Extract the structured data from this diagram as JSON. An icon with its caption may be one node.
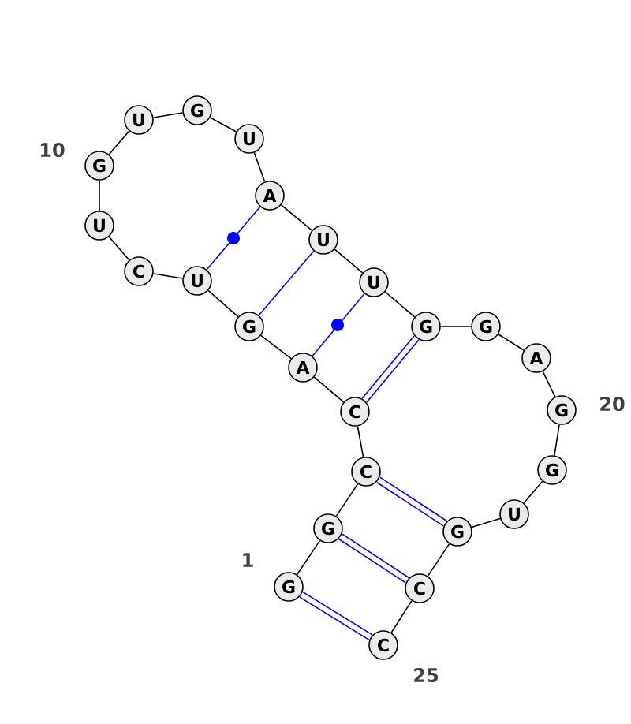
{
  "diagram": {
    "nodes": [
      {
        "text": [
          "G"
        ],
        "beside": [
          "1"
        ]
      },
      {
        "text": [
          "G"
        ]
      },
      {
        "text": [
          "C"
        ]
      },
      {
        "text": [
          "C"
        ]
      },
      {
        "text": [
          "A"
        ]
      },
      {
        "text": [
          "G"
        ]
      },
      {
        "text": [
          "U"
        ]
      },
      {
        "text": [
          "C"
        ]
      },
      {
        "text": [
          "U"
        ]
      },
      {
        "text": [
          "G"
        ],
        "beside": [
          "10"
        ]
      },
      {
        "text": [
          "U"
        ]
      },
      {
        "text": [
          "G"
        ]
      },
      {
        "text": [
          "U"
        ]
      },
      {
        "text": [
          "A"
        ]
      },
      {
        "text": [
          "U"
        ]
      },
      {
        "text": [
          "U"
        ]
      },
      {
        "text": [
          "G"
        ]
      },
      {
        "text": [
          "G"
        ]
      },
      {
        "text": [
          "A"
        ]
      },
      {
        "text": [
          "G"
        ],
        "beside": [
          "20"
        ]
      },
      {
        "text": [
          "G"
        ]
      },
      {
        "text": [
          "U"
        ]
      },
      {
        "text": [
          "G"
        ]
      },
      {
        "text": [
          "C"
        ]
      },
      {
        "text": [
          "C"
        ],
        "beside": [
          "25"
        ]
      }
    ],
    "edges": [
      {
        "from": 0,
        "to": 1,
        "arrow": "none"
      },
      {
        "from": 1,
        "to": 2,
        "arrow": "none"
      },
      {
        "from": 2,
        "to": 3,
        "arrow": "none"
      },
      {
        "from": 3,
        "to": 4,
        "arrow": "none"
      },
      {
        "from": 4,
        "to": 5,
        "arrow": "none"
      },
      {
        "from": 5,
        "to": 6,
        "arrow": "none"
      },
      {
        "from": 6,
        "to": 7,
        "arrow": "none"
      },
      {
        "from": 7,
        "to": 8,
        "arrow": "none"
      },
      {
        "from": 8,
        "to": 9,
        "arrow": "none"
      },
      {
        "from": 9,
        "to": 10,
        "arrow": "none"
      },
      {
        "from": 10,
        "to": 11,
        "arrow": "none"
      },
      {
        "from": 11,
        "to": 12,
        "arrow": "none"
      },
      {
        "from": 12,
        "to": 13,
        "arrow": "none"
      },
      {
        "from": 13,
        "to": 14,
        "arrow": "none"
      },
      {
        "from": 14,
        "to": 15,
        "arrow": "none"
      },
      {
        "from": 15,
        "to": 16,
        "arrow": "none"
      },
      {
        "from": 16,
        "to": 17,
        "arrow": "none"
      },
      {
        "from": 17,
        "to": 18,
        "arrow": "none"
      },
      {
        "from": 18,
        "to": 19,
        "arrow": "none"
      },
      {
        "from": 19,
        "to": 20,
        "arrow": "none"
      },
      {
        "from": 20,
        "to": 21,
        "arrow": "none"
      },
      {
        "from": 21,
        "to": 22,
        "arrow": "none"
      },
      {
        "from": 22,
        "to": 23,
        "arrow": "none"
      },
      {
        "from": 23,
        "to": 24,
        "arrow": "none"
      },
      {
        "from": 0,
        "to": 24,
        "arrow": "none",
        "style": "thick",
        "color": "#0000ff"
      },
      {
        "from": 1,
        "to": 23,
        "arrow": "none",
        "style": "thick",
        "color": "#0000ff"
      },
      {
        "from": 2,
        "to": 22,
        "arrow": "none",
        "style": "thick",
        "color": "#0000ff"
      },
      {
        "from": 3,
        "to": 16,
        "arrow": "none",
        "style": "thick",
        "color": "#0000ff"
      },
      {
        "from": 4,
        "to": 15,
        "arrow": "none",
        "color": "#0000ff"
      },
      {
        "from": 5,
        "to": 14,
        "arrow": "none",
        "color": "#0000ff"
      },
      {
        "from": 6,
        "to": 13,
        "arrow": "none",
        "color": "#0000ff"
      }
    ]
  }
}
